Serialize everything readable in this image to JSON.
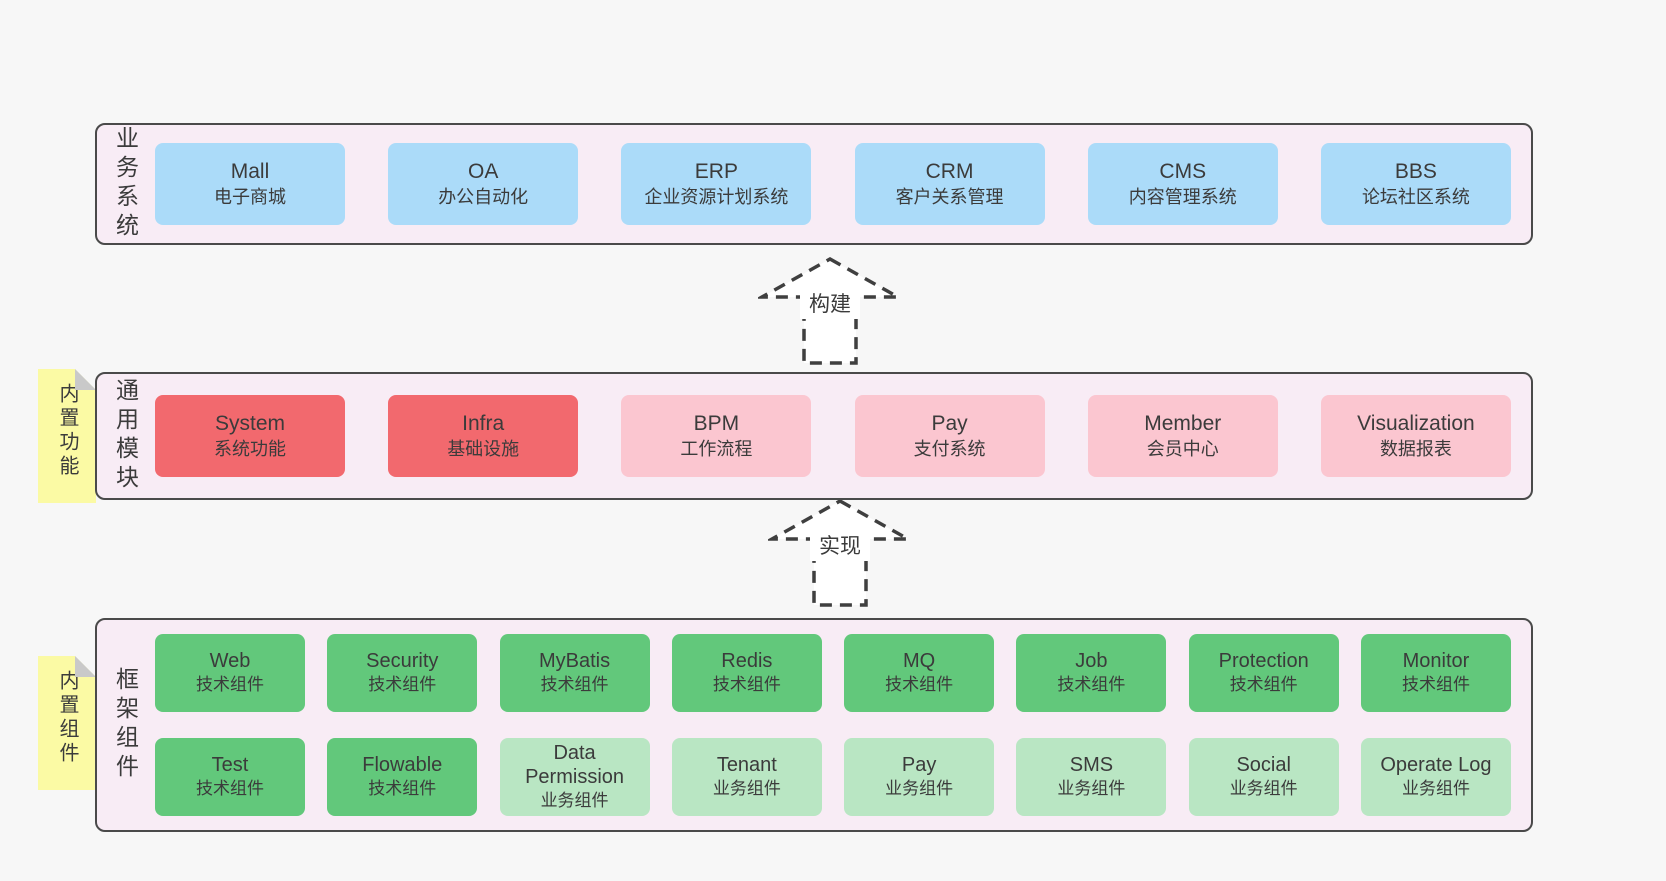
{
  "colors": {
    "page_bg": "#f7f7f7",
    "band_bg": "#f8ecf5",
    "band_border": "#4a4a4a",
    "business_box_blue": "#abdbf9",
    "core_module_red": "#f2696e",
    "module_pink": "#fbc6d0",
    "tech_component_green": "#62c87b",
    "biz_component_light_green": "#b9e6c3",
    "sticky_note_yellow": "#fbfaa4",
    "text": "#3b3b3b"
  },
  "bands": [
    {
      "label": "业务系统",
      "boxes": [
        {
          "title": "Mall",
          "subtitle": "电子商城"
        },
        {
          "title": "OA",
          "subtitle": "办公自动化"
        },
        {
          "title": "ERP",
          "subtitle": "企业资源计划系统"
        },
        {
          "title": "CRM",
          "subtitle": "客户关系管理"
        },
        {
          "title": "CMS",
          "subtitle": "内容管理系统"
        },
        {
          "title": "BBS",
          "subtitle": "论坛社区系统"
        }
      ]
    },
    {
      "label": "通用模块",
      "note": "内置功能",
      "boxes": [
        {
          "title": "System",
          "subtitle": "系统功能"
        },
        {
          "title": "Infra",
          "subtitle": "基础设施"
        },
        {
          "title": "BPM",
          "subtitle": "工作流程"
        },
        {
          "title": "Pay",
          "subtitle": "支付系统"
        },
        {
          "title": "Member",
          "subtitle": "会员中心"
        },
        {
          "title": "Visualization",
          "subtitle": "数据报表"
        }
      ]
    },
    {
      "label": "框架组件",
      "note": "内置组件",
      "rows": [
        [
          {
            "title": "Web",
            "subtitle": "技术组件"
          },
          {
            "title": "Security",
            "subtitle": "技术组件"
          },
          {
            "title": "MyBatis",
            "subtitle": "技术组件"
          },
          {
            "title": "Redis",
            "subtitle": "技术组件"
          },
          {
            "title": "MQ",
            "subtitle": "技术组件"
          },
          {
            "title": "Job",
            "subtitle": "技术组件"
          },
          {
            "title": "Protection",
            "subtitle": "技术组件"
          },
          {
            "title": "Monitor",
            "subtitle": "技术组件"
          }
        ],
        [
          {
            "title": "Test",
            "subtitle": "技术组件"
          },
          {
            "title": "Flowable",
            "subtitle": "技术组件"
          },
          {
            "title": "Data Permission",
            "subtitle": "业务组件"
          },
          {
            "title": "Tenant",
            "subtitle": "业务组件"
          },
          {
            "title": "Pay",
            "subtitle": "业务组件"
          },
          {
            "title": "SMS",
            "subtitle": "业务组件"
          },
          {
            "title": "Social",
            "subtitle": "业务组件"
          },
          {
            "title": "Operate Log",
            "subtitle": "业务组件"
          }
        ]
      ]
    }
  ],
  "arrows": [
    {
      "label": "构建"
    },
    {
      "label": "实现"
    }
  ]
}
